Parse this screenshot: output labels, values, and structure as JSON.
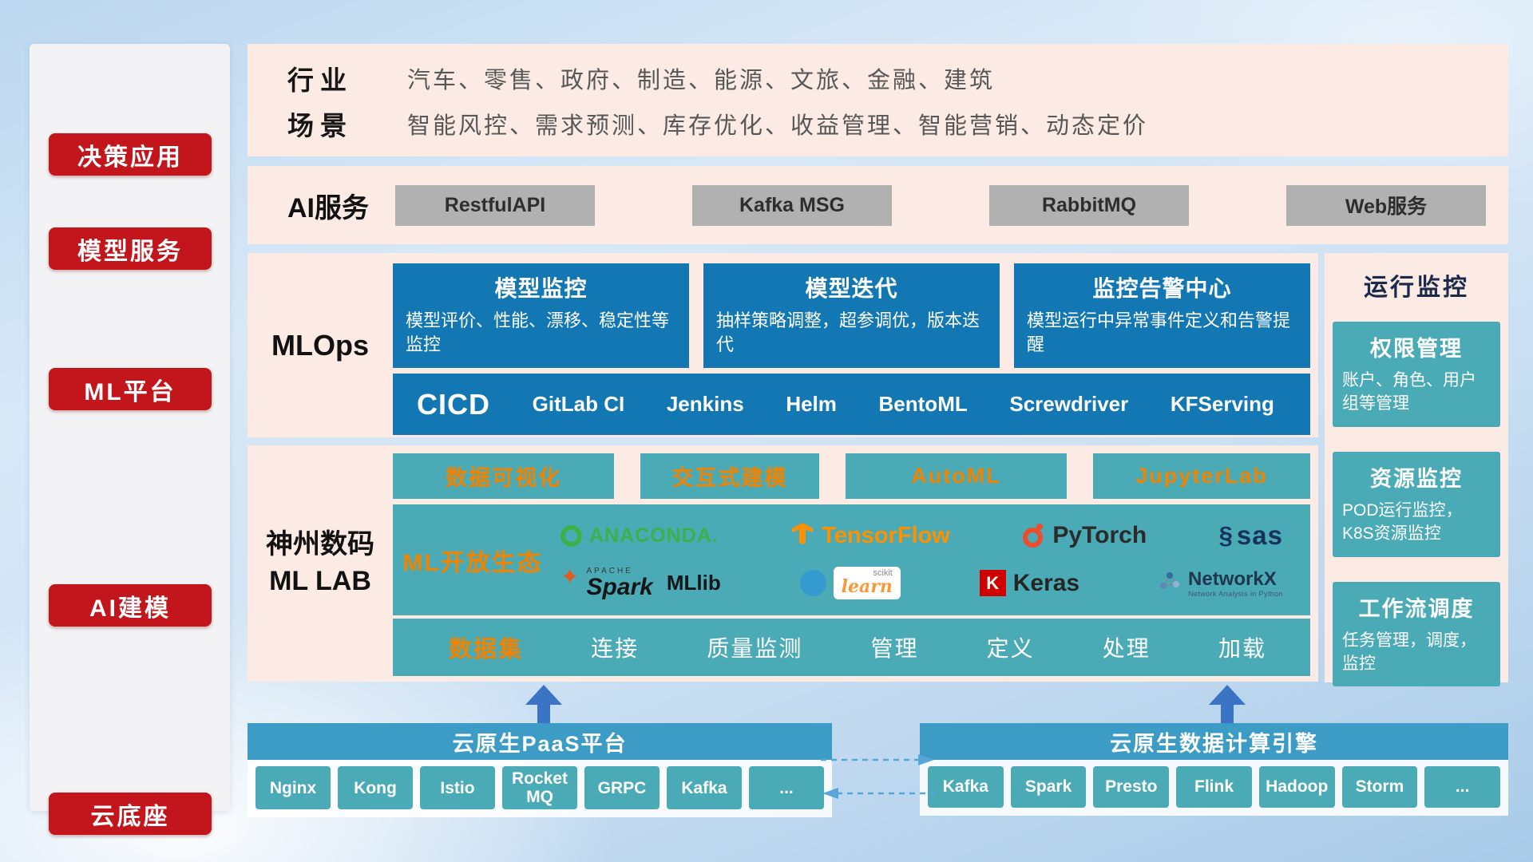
{
  "colors": {
    "red": "#c2151c",
    "panel_pink": "#fcebe5",
    "blue": "#1377b4",
    "teal": "#4aabb7",
    "header_blue": "#3d9cc6",
    "orange": "#f08300",
    "gray_button": "#b1b1b1",
    "arrow_blue": "#3b74c5"
  },
  "sidebar": {
    "items": [
      "决策应用",
      "模型服务",
      "ML平台",
      "AI建模",
      "云底座"
    ]
  },
  "app_layer": {
    "rows": [
      {
        "label": "行业",
        "value": "汽车、零售、政府、制造、能源、文旅、金融、建筑"
      },
      {
        "label": "场景",
        "value": "智能风控、需求预测、库存优化、收益管理、智能营销、动态定价"
      }
    ]
  },
  "service_layer": {
    "label": "AI服务",
    "items": [
      "RestfulAPI",
      "Kafka MSG",
      "RabbitMQ",
      "Web服务"
    ]
  },
  "mlops": {
    "label": "MLOps",
    "cards": [
      {
        "title": "模型监控",
        "desc": "模型评价、性能、漂移、稳定性等监控"
      },
      {
        "title": "模型迭代",
        "desc": "抽样策略调整，超参调优，版本迭代"
      },
      {
        "title": "监控告警中心",
        "desc": "模型运行中异常事件定义和告警提醒"
      }
    ],
    "cicd_title": "CICD",
    "cicd_items": [
      "GitLab CI",
      "Jenkins",
      "Helm",
      "BentoML",
      "Screwdriver",
      "KFServing"
    ]
  },
  "monitoring": {
    "title": "运行监控",
    "cards": [
      {
        "title": "权限管理",
        "desc": "账户、角色、用户组等管理"
      },
      {
        "title": "资源监控",
        "desc": "POD运行监控，K8S资源监控"
      },
      {
        "title": "工作流调度",
        "desc": "任务管理，调度，监控"
      }
    ]
  },
  "mllab": {
    "label_line1": "神州数码",
    "label_line2": "ML LAB",
    "tools": [
      "数据可视化",
      "交互式建模",
      "AutoML",
      "JupyterLab"
    ],
    "ecosystem_label": "ML开放生态",
    "logos": {
      "anaconda": "ANACONDA.",
      "tensorflow": "TensorFlow",
      "pytorch": "PyTorch",
      "sas": "sas",
      "spark_apache": "APACHE",
      "spark": "Spark",
      "mllib": "MLlib",
      "scikit_top": "scikit",
      "scikit_learn": "learn",
      "keras_k": "K",
      "keras": "Keras",
      "networkx": "NetworkX",
      "networkx_sub": "Network Analysis in Python"
    },
    "data_row": {
      "label": "数据集",
      "items": [
        "连接",
        "质量监测",
        "管理",
        "定义",
        "处理",
        "加载"
      ]
    }
  },
  "cloud": {
    "paas": {
      "title": "云原生PaaS平台",
      "items": [
        "Nginx",
        "Kong",
        "Istio",
        "RocketMQ",
        "GRPC",
        "Kafka",
        "..."
      ]
    },
    "engine": {
      "title": "云原生数据计算引擎",
      "items": [
        "Kafka",
        "Spark",
        "Presto",
        "Flink",
        "Hadoop",
        "Storm",
        "..."
      ]
    }
  }
}
